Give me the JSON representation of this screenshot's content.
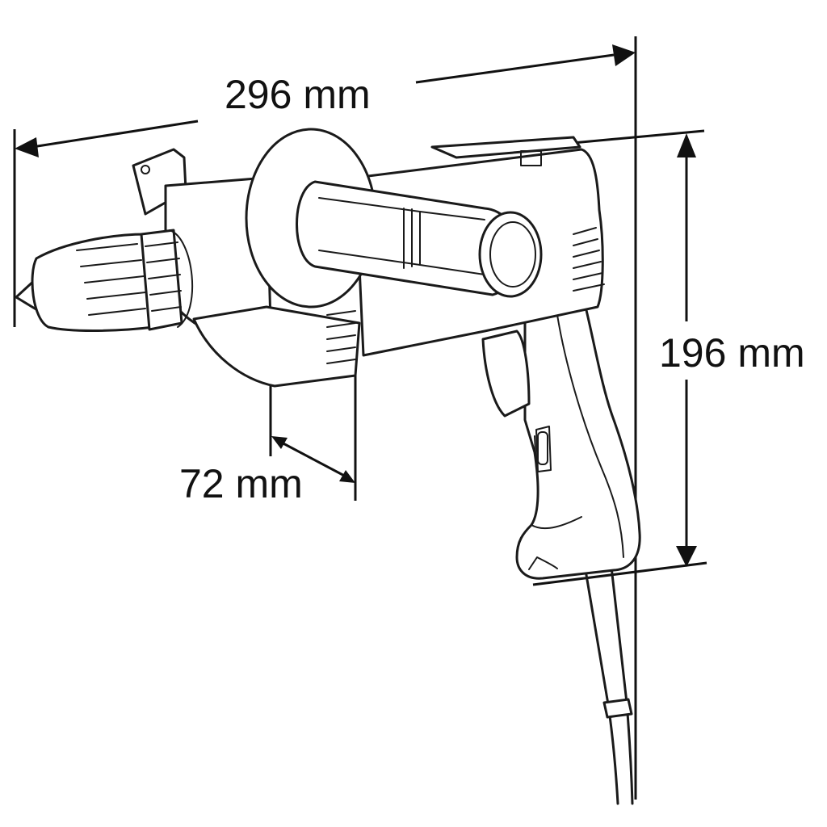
{
  "figure": {
    "subject": "power drill with side handle",
    "line_color": "#1a1a1a",
    "background": "#ffffff"
  },
  "dimensions": {
    "length": {
      "value": 296,
      "unit": "mm",
      "label": "296 mm"
    },
    "height": {
      "value": 196,
      "unit": "mm",
      "label": "196 mm"
    },
    "collar": {
      "value": 72,
      "unit": "mm",
      "label": "72 mm"
    }
  },
  "parts": [
    "keyless-chuck",
    "gear-housing",
    "depth-gauge-mount",
    "side-handle",
    "motor-housing",
    "vent-slots",
    "switch-lever",
    "trigger",
    "pistol-grip",
    "cord-guard",
    "power-cord"
  ]
}
